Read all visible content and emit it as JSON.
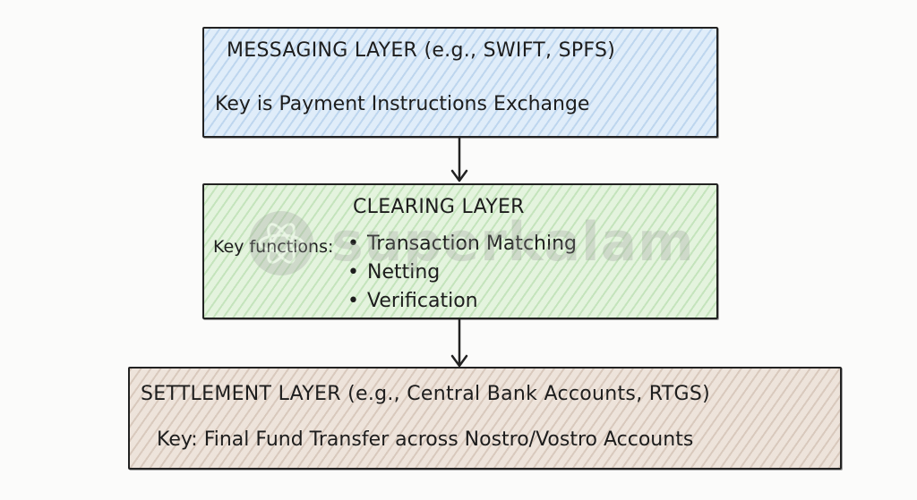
{
  "diagram": {
    "messaging_layer": {
      "title": "MESSAGING LAYER (e.g., SWIFT, SPFS)",
      "key_text": "Key is Payment Instructions Exchange"
    },
    "clearing_layer": {
      "title": "CLEARING LAYER",
      "key_label": "Key functions:",
      "functions": [
        "Transaction Matching",
        "Netting",
        "Verification"
      ]
    },
    "settlement_layer": {
      "title": "SETTLEMENT LAYER (e.g., Central Bank Accounts, RTGS)",
      "key_text": "Key: Final Fund Transfer across Nostro/Vostro Accounts"
    },
    "colors": {
      "messaging_fill": "#e2eef9",
      "clearing_fill": "#e5f3df",
      "settlement_fill": "#ede3da",
      "stroke": "#222222"
    }
  },
  "watermark": {
    "text": "superkalam",
    "icon": "atom-logo-icon"
  }
}
